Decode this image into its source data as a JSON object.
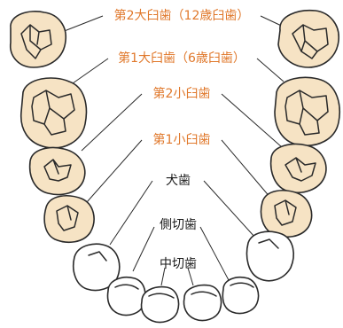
{
  "labels": {
    "second_molar": "第2大臼歯（12歳臼歯）",
    "first_molar": "第1大臼歯（6歳臼歯）",
    "second_premolar": "第2小臼歯",
    "first_premolar": "第1小臼歯",
    "canine": "犬歯",
    "lateral_incisor": "側切歯",
    "central_incisor": "中切歯"
  },
  "colors": {
    "back_teeth_fill": "#f6e3c4",
    "front_teeth_fill": "#ffffff",
    "back_teeth_label": "#e0782b",
    "front_teeth_label": "#1a1a1a"
  }
}
